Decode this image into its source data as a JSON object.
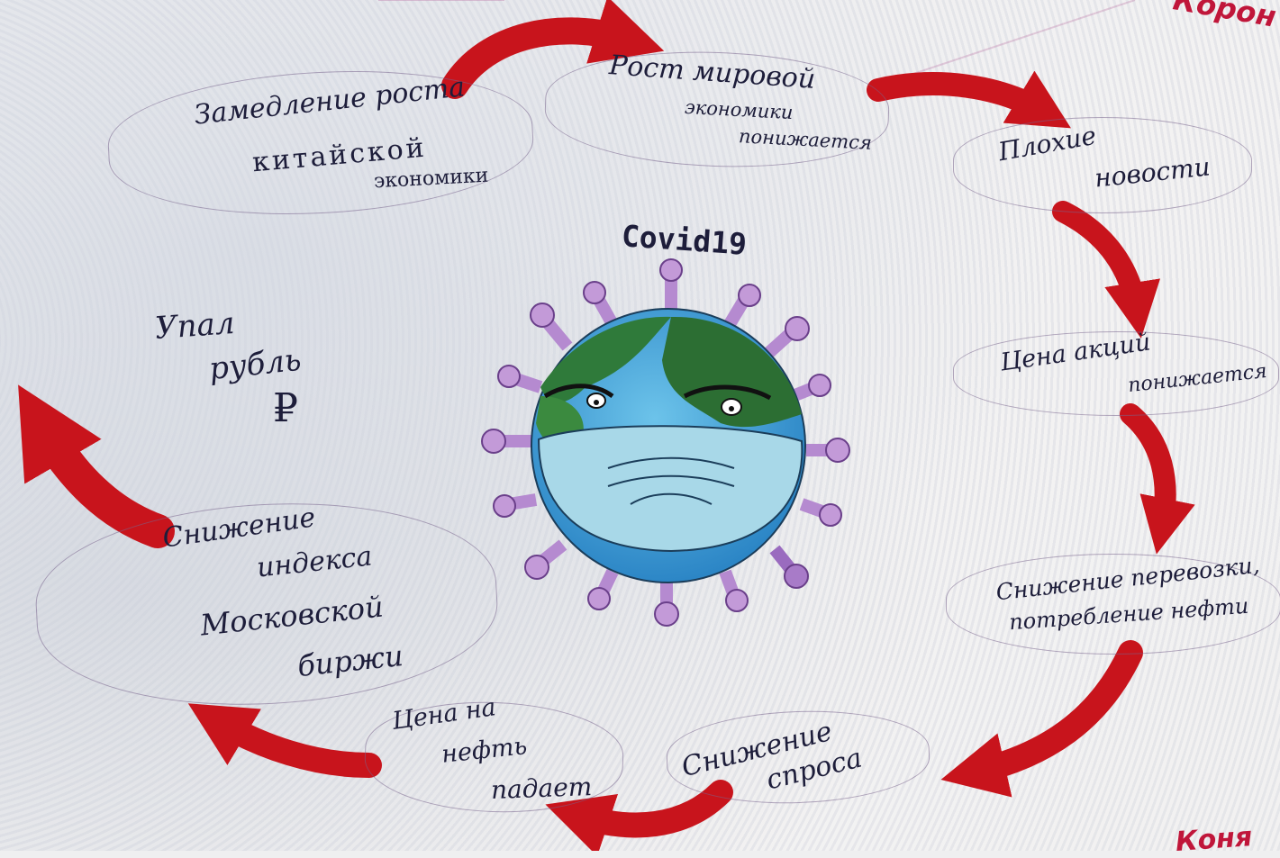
{
  "title": "Covid19",
  "corner_top": "Корон",
  "corner_bottom": "Коня",
  "nodes": {
    "china": {
      "line1": "Замедление роста",
      "line2": "китайской",
      "line3": "экономики"
    },
    "world": {
      "line1": "Рост мировой",
      "line2": "экономики",
      "line3": "понижается"
    },
    "news": {
      "line1": "Плохие",
      "line2": "новости"
    },
    "stocks": {
      "line1": "Цена акций",
      "line2": "понижается"
    },
    "oil_consumption": {
      "line1": "Снижение перевозки,",
      "line2": "потребление нефти"
    },
    "demand": {
      "line1": "Снижение",
      "line2": "спроса"
    },
    "oil_price": {
      "line1": "Цена на",
      "line2": "нефть",
      "line3": "падает"
    },
    "moex": {
      "line1": "Снижение",
      "line2": "индекса",
      "line3": "Московской",
      "line4": "биржи"
    },
    "ruble": {
      "line1": "Упал",
      "line2": "рубль",
      "symbol": "₽"
    }
  },
  "colors": {
    "arrow": "#c8141c",
    "ink": "#1d1d3a",
    "virus_spike": "#b58ad0",
    "planet_land": "#2f7a3a",
    "planet_ocean": "#4aa6d8",
    "mask": "#a8d8e8"
  }
}
